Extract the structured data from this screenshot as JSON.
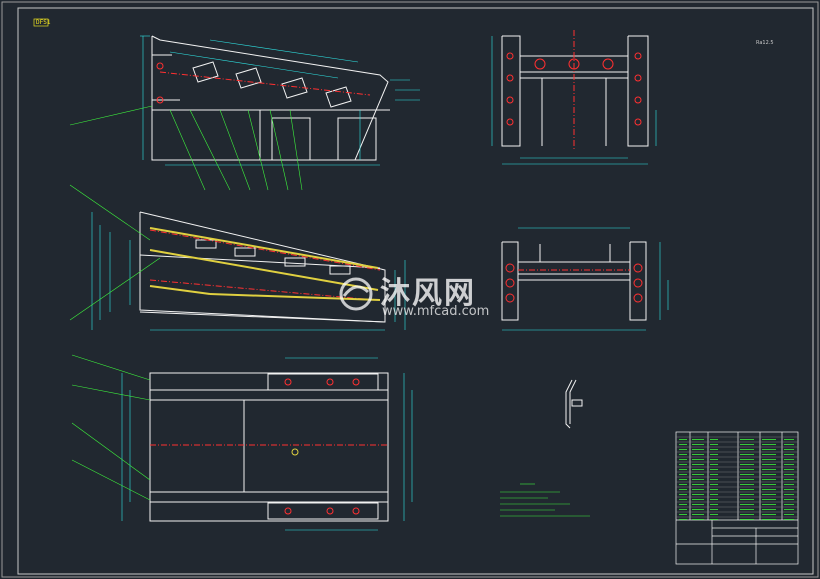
{
  "sheet": {
    "frame_tag": "DFS1",
    "watermark_cn": "沐风网",
    "watermark_url": "www.mfcad.com",
    "corner_tag": "Ra12.5"
  },
  "colors": {
    "background": "#212830",
    "border": "#c8c8c8",
    "outline": "#f2f2f2",
    "dimension": "#2fe6e6",
    "centerline": "#ff3030",
    "hatch": "#e0d040",
    "leader": "#3df23d",
    "text_green": "#3df23d",
    "text_yellow": "#f0e020"
  },
  "icons": {
    "watermark_logo": "mfcad-logo-icon"
  }
}
